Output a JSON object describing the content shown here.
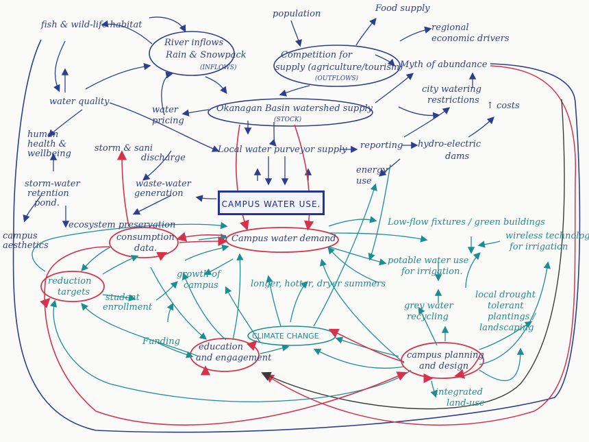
{
  "colors": {
    "blue": "#2e3e8f",
    "teal": "#1b8e93",
    "red": "#d8324a",
    "dark": "#3a3a3a"
  },
  "nodes": {
    "fish_wildlife": "fish & wild-life habitat",
    "river_inflows": "River inflows",
    "rain_snowpack": "Rain & Snowpack",
    "inflows": "(INFLOWS)",
    "population": "population",
    "food_supply": "Food supply",
    "competition_1": "Competition for",
    "competition_2": "supply (agriculture/tourism)",
    "outflows": "(OUTFLOWS)",
    "regional_1": "regional",
    "regional_2": "economic drivers",
    "myth": "Myth of abundance",
    "water_quality": "water quality",
    "water_pricing_1": "water",
    "water_pricing_2": "pricing",
    "watershed_supply": "Okanagan Basin watershed supply",
    "stock": "(STOCK)",
    "city_watering_1": "city watering",
    "city_watering_2": "restrictions",
    "costs": "↑ costs",
    "human_health_1": "human",
    "human_health_2": "health &",
    "human_health_3": "wellbeing",
    "storm_sani_1": "storm & sani",
    "storm_sani_2": "discharge",
    "local_purveyor": "Local water purveyor supply",
    "reporting": "reporting",
    "hydro_1": "hydro-electric",
    "hydro_2": "dams",
    "storm_water_1": "storm-water",
    "storm_water_2": "retention",
    "storm_water_3": "pond.",
    "waste_water_1": "waste-water",
    "waste_water_2": "generation",
    "energy_1": "energy",
    "energy_2": "use",
    "campus_water_use": "CAMPUS WATER USE.",
    "campus_aesthetics_1": "campus",
    "campus_aesthetics_2": "aesthetics",
    "ecosystem": "ecosystem preservation",
    "consumption_1": "consumption",
    "consumption_2": "data.",
    "campus_demand": "Campus water demand",
    "low_flow": "Low-flow fixtures / green buildings",
    "wireless_1": "wireless technology",
    "wireless_2": "for irrigation",
    "reduction_1": "reduction",
    "reduction_2": "targets",
    "growth_1": "growth of",
    "growth_2": "campus",
    "potable_1": "potable water use",
    "potable_2": "for irrigation.",
    "summers": "longer, hotter, dryer summers",
    "student_1": "student",
    "student_2": "enrollment",
    "grey_1": "grey water",
    "grey_2": "recycling",
    "local_drought_1": "local drought",
    "local_drought_2": "tolerant",
    "local_drought_3": "plantings /",
    "local_drought_4": "landscaping",
    "funding": "Funding",
    "education_1": "education",
    "education_2": "and engagement",
    "climate_change": "CLIMATE CHANGE",
    "campus_planning_1": "campus planning",
    "campus_planning_2": "and design",
    "integrated_1": "integrated",
    "integrated_2": "land-use"
  }
}
